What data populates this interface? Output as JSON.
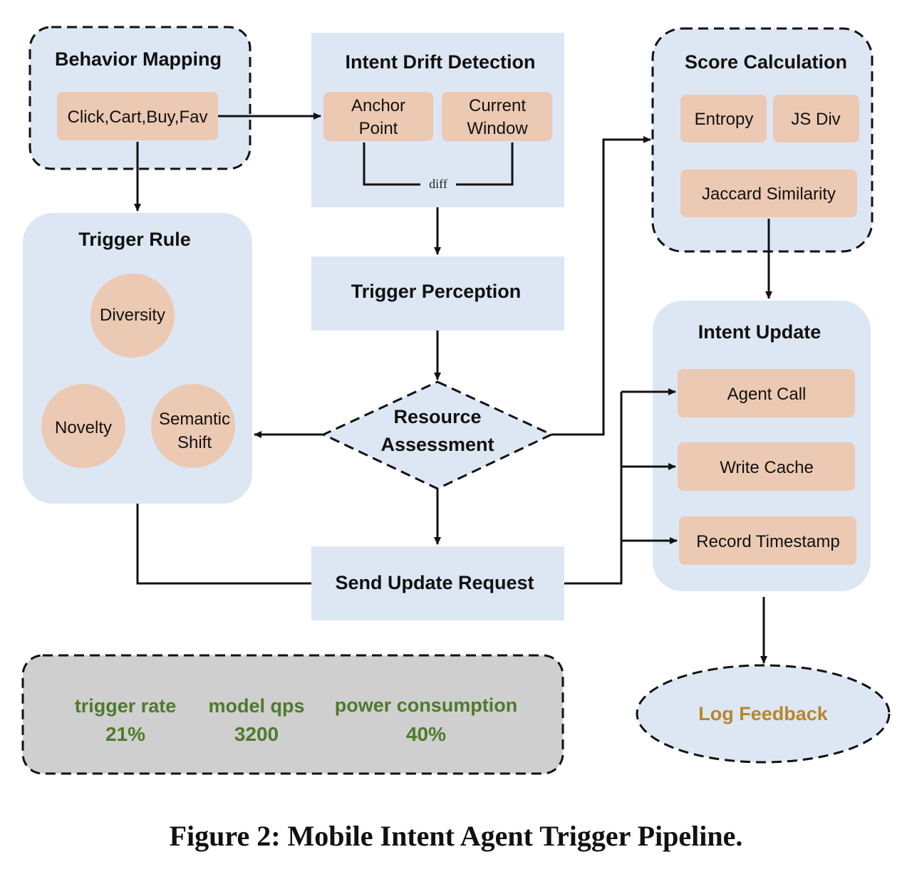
{
  "colors": {
    "panel_blue": "#dde7f4",
    "node_peach": "#ecc9b2",
    "stats_gray": "#cfcfcf",
    "stat_green": "#4e7a2a",
    "log_gold": "#b8862b",
    "line": "#111111"
  },
  "behavior_mapping": {
    "title": "Behavior Mapping",
    "events": "Click,Cart,Buy,Fav"
  },
  "intent_drift": {
    "title": "Intent Drift Detection",
    "anchor_l1": "Anchor",
    "anchor_l2": "Point",
    "current_l1": "Current",
    "current_l2": "Window",
    "diff": "diff"
  },
  "score_calc": {
    "title": "Score Calculation",
    "entropy": "Entropy",
    "js_div": "JS Div",
    "jaccard": "Jaccard Similarity"
  },
  "trigger_rule": {
    "title": "Trigger Rule",
    "diversity": "Diversity",
    "novelty": "Novelty",
    "semantic_l1": "Semantic",
    "semantic_l2": "Shift"
  },
  "trigger_perception": {
    "label": "Trigger Perception"
  },
  "resource_assessment": {
    "l1": "Resource",
    "l2": "Assessment"
  },
  "send_update": {
    "label": "Send Update Request"
  },
  "intent_update": {
    "title": "Intent Update",
    "agent_call": "Agent Call",
    "write_cache": "Write Cache",
    "record_timestamp": "Record Timestamp"
  },
  "log_feedback": {
    "label": "Log Feedback"
  },
  "stats": [
    {
      "label": "trigger rate",
      "value": "21%"
    },
    {
      "label": "model qps",
      "value": "3200"
    },
    {
      "label": "power consumption",
      "value": "40%"
    }
  ],
  "caption": "Figure 2: Mobile Intent Agent Trigger Pipeline."
}
